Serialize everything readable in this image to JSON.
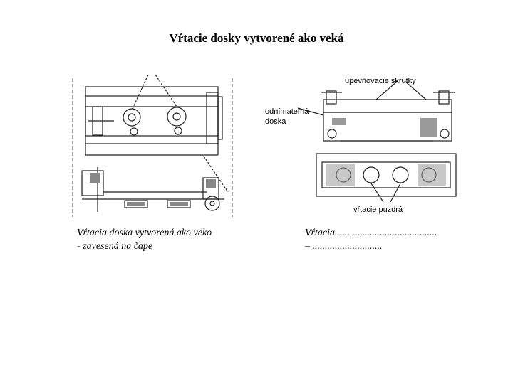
{
  "title": "Vŕtacie dosky vytvorené ako veká",
  "left_figure": {
    "caption_line1": "Vŕtacia doska vytvorená ako veko",
    "caption_line2": "- zavesená na čape"
  },
  "right_figure": {
    "label_screws": "upevňovacie skrutky",
    "label_plate_line1": "odnímateľná",
    "label_plate_line2": "doska",
    "label_bushings": "vŕtacie puzdrá",
    "caption_line1": "Vŕtacia.........................................",
    "caption_line2": "– ............................"
  }
}
